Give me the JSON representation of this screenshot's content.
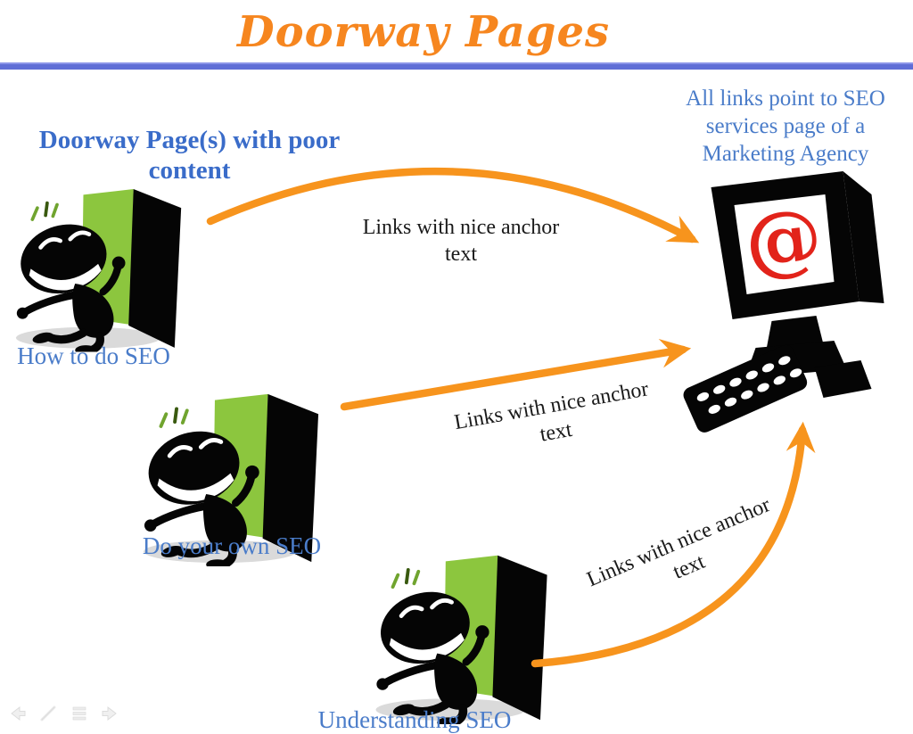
{
  "header": {
    "title": "Doorway Pages"
  },
  "notes": {
    "doorway_heading": "Doorway Page(s) with poor content",
    "target_note": "All links point to SEO services page of a Marketing Agency"
  },
  "doorway_pages": [
    {
      "label": "How to do SEO"
    },
    {
      "label": "Do your own SEO"
    },
    {
      "label": "Understanding SEO"
    }
  ],
  "links": {
    "anchor_text": "Links with nice anchor text"
  },
  "computer": {
    "screen_symbol": "@"
  },
  "presenter_toolbar": {
    "icons": [
      "previous-slide",
      "pen",
      "menu",
      "next-slide"
    ]
  },
  "colors": {
    "title_orange": "#F6861F",
    "arrow_orange": "#F7941D",
    "heading_blue": "#3A6CC9",
    "label_blue": "#4A7CC9",
    "rule_blue": "#5F6ED6",
    "door_green": "#8CC63E",
    "at_red": "#E2231A",
    "anchor_text_black": "#1A1A1A"
  }
}
